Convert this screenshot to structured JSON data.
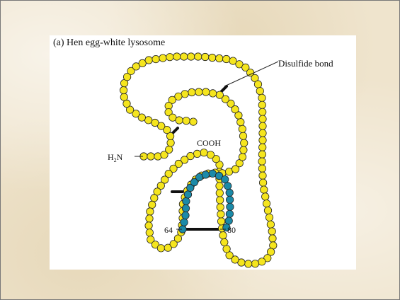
{
  "diagram": {
    "title": "(a) Hen egg-white lysosome",
    "labels": {
      "disulfide": "Disulfide bond",
      "cooh": "COOH",
      "nh2_base": "H",
      "nh2_sub": "2",
      "nh2_tail": "N",
      "res64": "64",
      "res80": "80"
    },
    "colors": {
      "chain_residue": "#f5e51e",
      "loop_residue": "#1b8aa8",
      "outline": "#222222",
      "bond": "#111111"
    }
  }
}
